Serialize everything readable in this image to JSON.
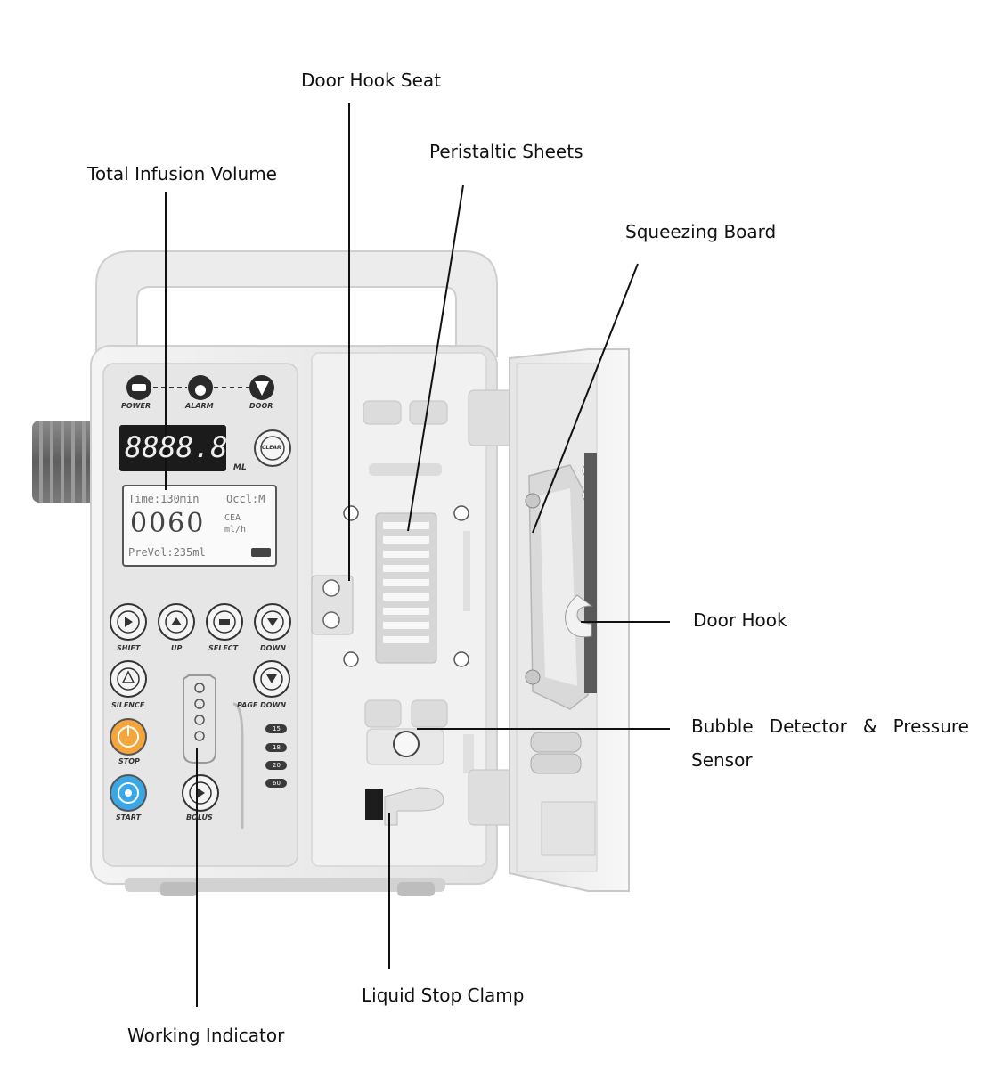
{
  "callouts": {
    "door_hook_seat": "Door Hook Seat",
    "peristaltic_sheets": "Peristaltic Sheets",
    "total_infusion_volume": "Total Infusion Volume",
    "squeezing_board": "Squeezing Board",
    "door_hook": "Door Hook",
    "bubble_detector_line1": "Bubble Detector & Pressure",
    "bubble_detector_line2": "Sensor",
    "liquid_stop_clamp": "Liquid Stop Clamp",
    "working_indicator": "Working Indicator"
  },
  "device": {
    "indicators": {
      "power": "POWER",
      "alarm": "ALARM",
      "door": "DOOR"
    },
    "volume_display": "8888.8",
    "volume_unit": "ML",
    "clear_label": "CLEAR",
    "lcd": {
      "time": "Time:130min",
      "occl": "Occl:M",
      "rate": "0060",
      "mode": "CEA",
      "rate_unit": "ml/h",
      "prevol": "PreVol:235ml"
    },
    "buttons": {
      "shift": "SHIFT",
      "up": "UP",
      "select": "SELECT",
      "down": "DOWN",
      "silence": "SILENCE",
      "page_down": "PAGE DOWN",
      "stop": "STOP",
      "start": "START",
      "bolus": "BOLUS"
    },
    "drop_levels": [
      "15",
      "18",
      "20",
      "60"
    ]
  },
  "colors": {
    "stop_button": "#f4a53c",
    "start_button": "#3aa8e6",
    "body": "#eeeeee",
    "panel": "#e4e4e4",
    "knob": "#6a6a6a"
  }
}
